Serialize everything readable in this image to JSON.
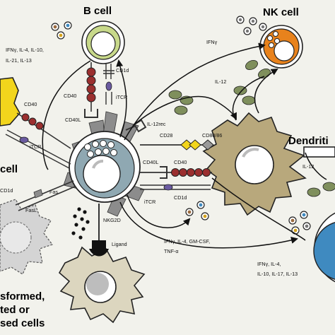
{
  "cells": {
    "b_cell": "B cell",
    "nk_cell": "NK cell",
    "dendritic_partial": "Dendriti",
    "nkt_partial": "cell",
    "transformed_partial": [
      "sformed,",
      "ted or",
      "sed cells"
    ]
  },
  "receptors": {
    "cd40_b": "CD40",
    "cd1d_b": "CD1d",
    "itcr_b": "iTCR",
    "cd40l_b": "CD40L",
    "il12rec": "IL-12rec",
    "cd28": "CD28",
    "cd8086": "CD80/86",
    "cd40l_dc": "CD40L",
    "cd40_dc": "CD40",
    "itcr_dc": "iTCR",
    "cd1d_dc": "CD1d",
    "cd40_left": "CD40",
    "itcr_left": "iTCR",
    "cd1d_left": "CD1d",
    "fas": "Fas",
    "fasl": "FasL",
    "nkg2d": "NKG2D",
    "ligand": "Ligand"
  },
  "cytokines": {
    "b_cell_list": [
      "IFNγ, IL-4, IL-10,",
      "IL-21, IL-13"
    ],
    "nk_ifng": "IFNγ",
    "il12_top": "IL-12",
    "il12_right": "IL-12",
    "dc_list": [
      "IFNγ, IL-4, GM-CSF,",
      "TNF-α"
    ],
    "right_list": [
      "IFNγ, IL-4,",
      "IL-10, IL-17, IL-13"
    ]
  },
  "colors": {
    "background": "#f2f2ec",
    "b_cell_ring": "#c8d98a",
    "nk_cell": "#e8821c",
    "nkt_cell": "#8fa8b2",
    "dendritic": "#b8a87c",
    "target_cell": "#dcd6bf",
    "transformed_cell": "#d4d4d4",
    "cd40_bead": "#9b2f2f",
    "il12": "#7f8f5c",
    "yellow_cell": "#f2d51c",
    "blue_cell": "#3f8ac0"
  }
}
